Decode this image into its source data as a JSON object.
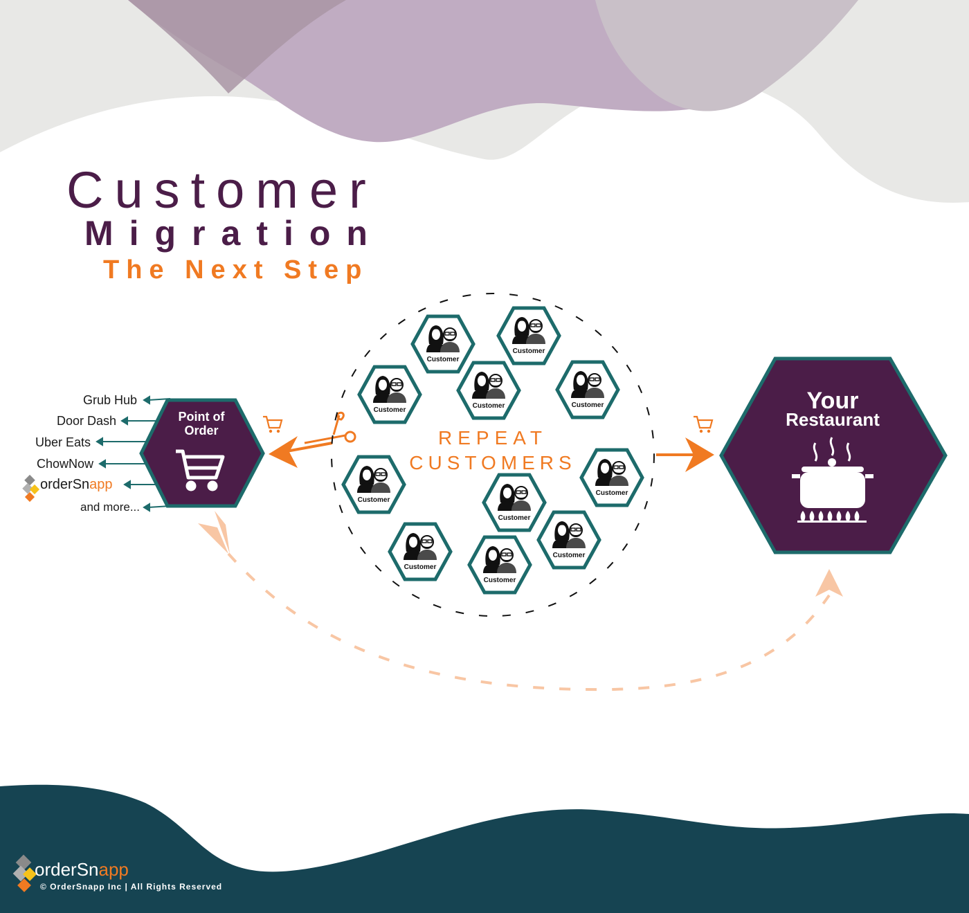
{
  "title": {
    "line1": "Customer",
    "line2": "Migration",
    "line3": "The Next Step"
  },
  "point_of_order": {
    "label_line1": "Point of",
    "label_line2": "Order"
  },
  "platforms": [
    "Grub Hub",
    "Door Dash",
    "Uber Eats",
    "ChowNow",
    "orderSnapp",
    "and more..."
  ],
  "repeat_customers": {
    "line1": "REPEAT",
    "line2": "CUSTOMERS"
  },
  "customer_label": "Customer",
  "restaurant": {
    "line1": "Your",
    "line2": "Restaurant"
  },
  "brand": {
    "name_dark": "orderSn",
    "name_accent": "app",
    "copyright": "© OrderSnapp Inc | All Rights Reserved"
  },
  "colors": {
    "purple_dark": "#4b1d48",
    "teal": "#1d6b6b",
    "orange": "#f07a22",
    "peach": "#f8c6a4",
    "footer_teal": "#164452"
  },
  "icons": [
    "cart-icon",
    "scissors-icon",
    "cooking-pot-icon",
    "couple-icon",
    "brand-logo-icon"
  ]
}
